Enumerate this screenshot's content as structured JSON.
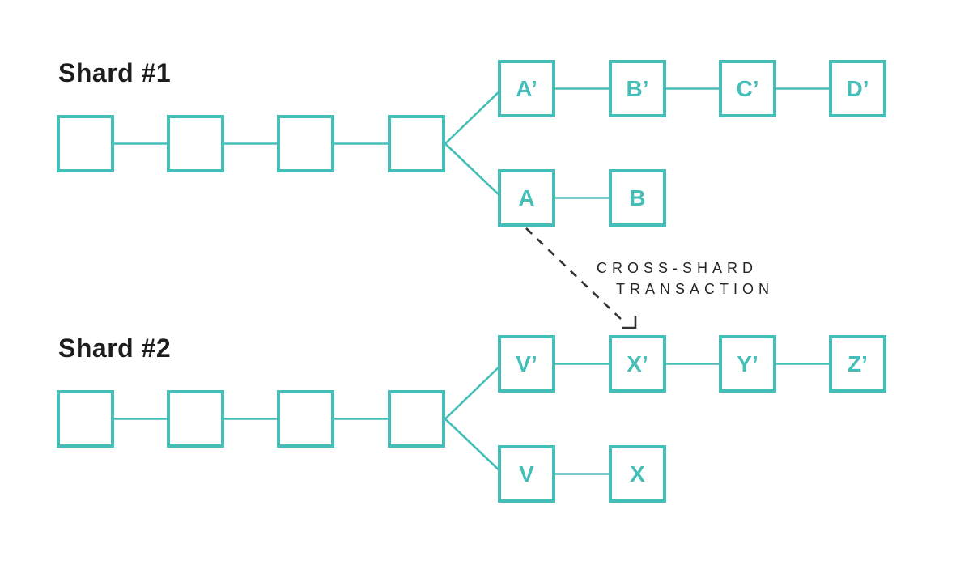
{
  "diagram": {
    "title_implicit": "Cross-shard transaction between two blockchain shards",
    "shard1": {
      "label": "Shard #1",
      "chain_blocks": [
        "",
        "",
        "",
        ""
      ],
      "fork_top": [
        "A’",
        "B’",
        "C’",
        "D’"
      ],
      "fork_bottom": [
        "A",
        "B"
      ]
    },
    "shard2": {
      "label": "Shard #2",
      "chain_blocks": [
        "",
        "",
        "",
        ""
      ],
      "fork_top": [
        "V’",
        "X’",
        "Y’",
        "Z’"
      ],
      "fork_bottom": [
        "V",
        "X"
      ]
    },
    "annotation": {
      "line1": "CROSS-SHARD",
      "line2": "TRANSACTION",
      "arrow_from": "A",
      "arrow_to": "X’"
    },
    "colors": {
      "teal": "#46beb8",
      "text_dark": "#1d1d1f",
      "arrow_dark": "#333333",
      "background": "#ffffff"
    }
  }
}
